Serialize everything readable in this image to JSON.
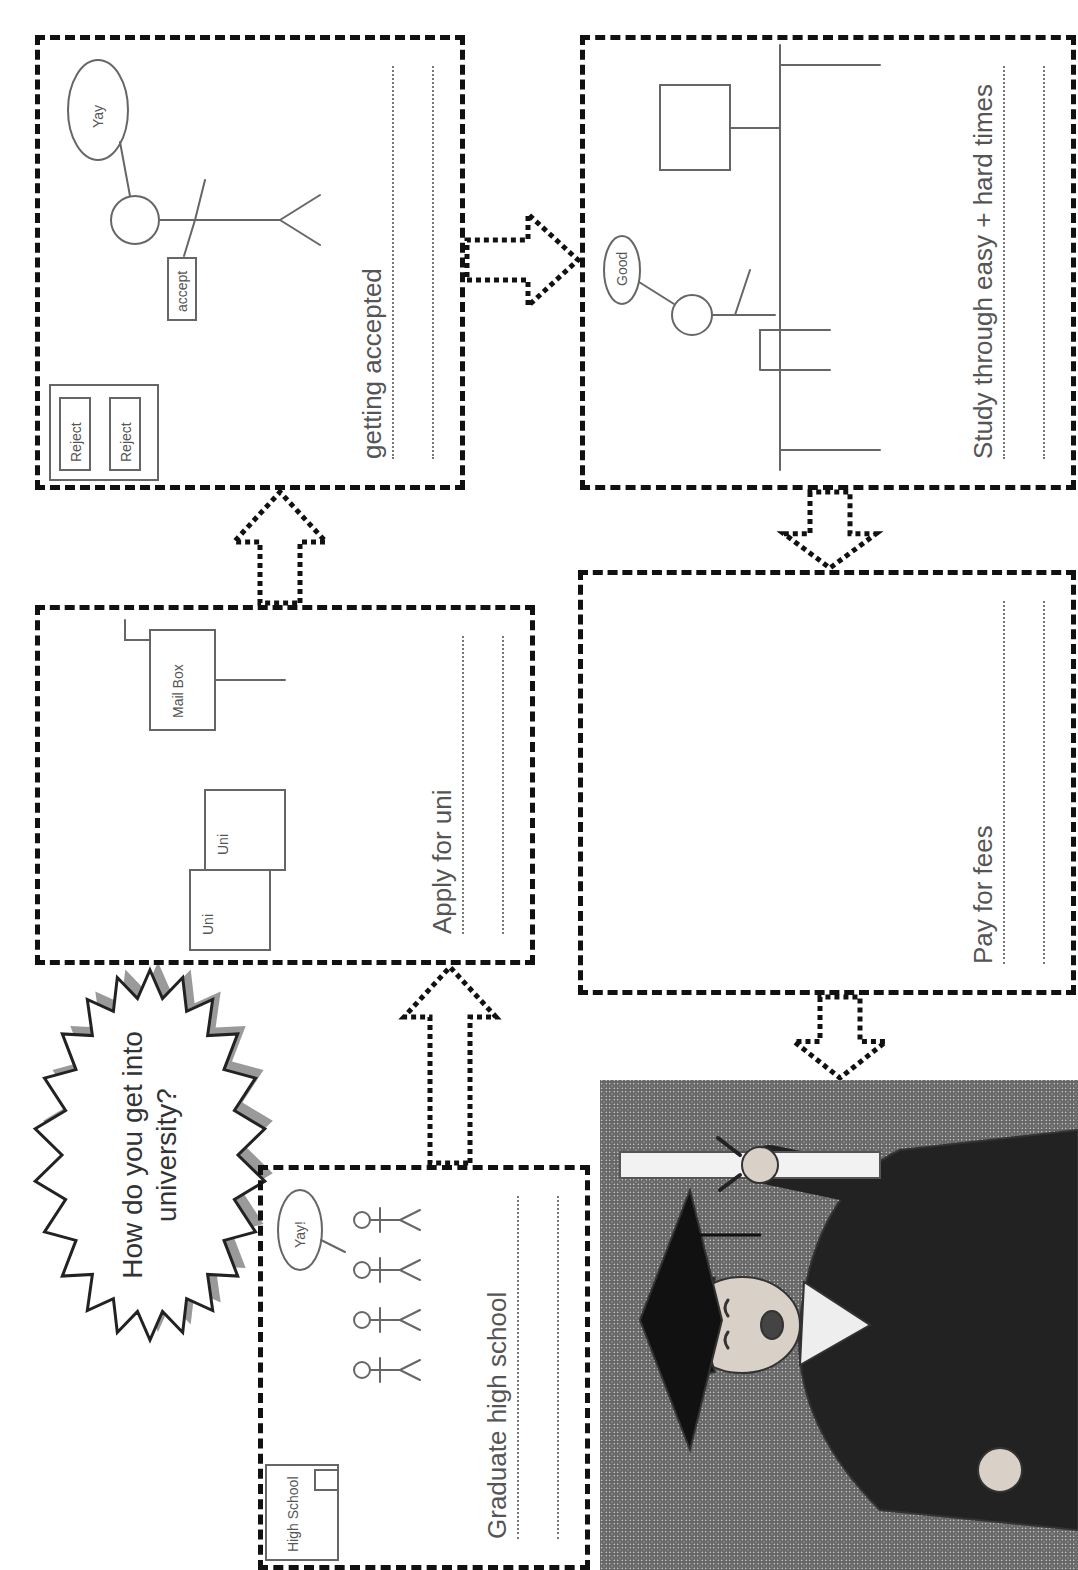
{
  "diagram": {
    "title": "How do you get into university?",
    "nodes": [
      {
        "text": [
          "Graduate high school"
        ]
      },
      {
        "text": [
          "Apply for uni"
        ]
      },
      {
        "text": [
          "getting accepted"
        ]
      },
      {
        "text": [
          "Study through easy + hard times"
        ]
      },
      {
        "text": [
          "Pay for fees"
        ]
      }
    ],
    "edges": [
      {
        "from": 0,
        "to": 1,
        "arrow": "to"
      },
      {
        "from": 1,
        "to": 2,
        "arrow": "to"
      },
      {
        "from": 2,
        "to": 3,
        "arrow": "to"
      },
      {
        "from": 3,
        "to": 4,
        "arrow": "to"
      }
    ],
    "labels": [
      "High School",
      "Yay!",
      "Uni",
      "Uni",
      "Mail Box",
      "Reject",
      "Reject",
      "accept",
      "Yay",
      "Good"
    ]
  }
}
